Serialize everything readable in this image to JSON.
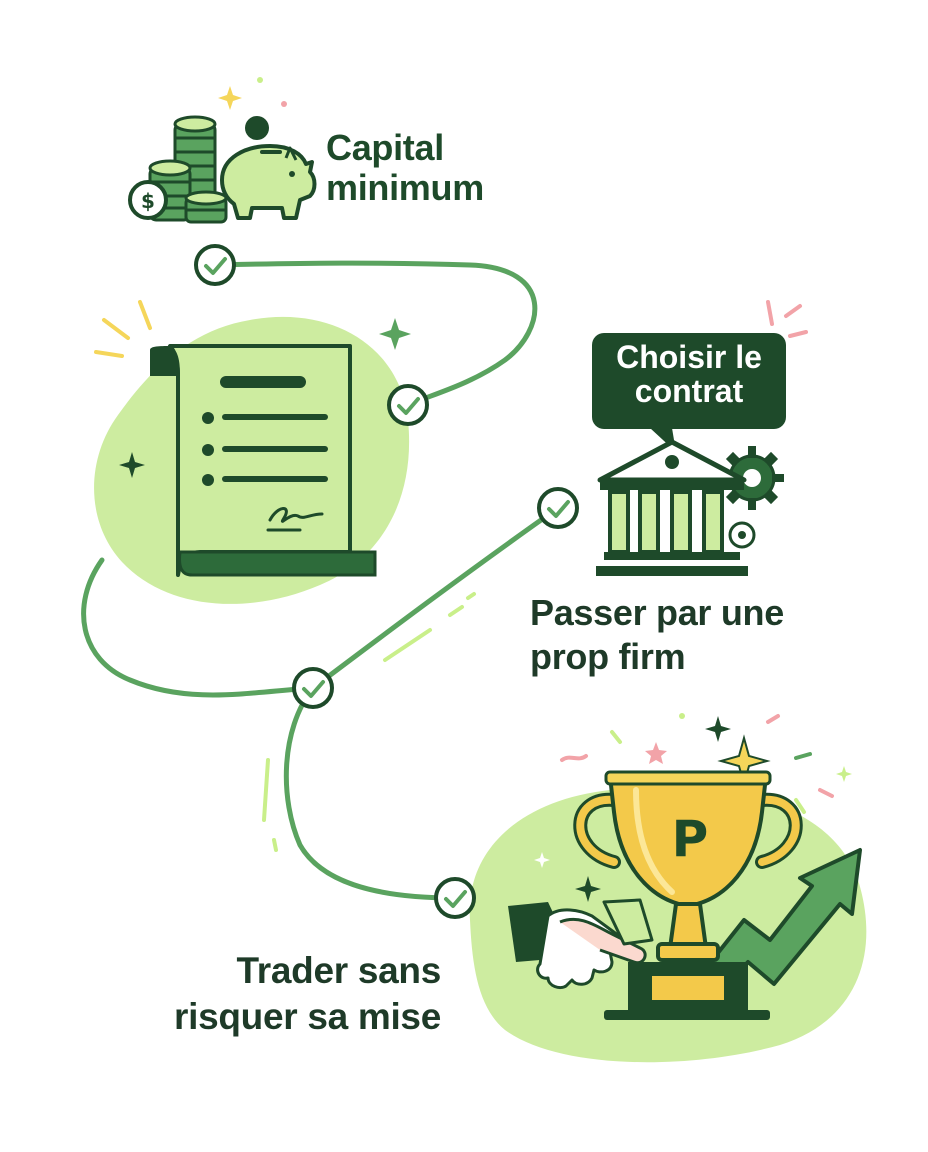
{
  "steps": {
    "capital": {
      "line1": "Capital",
      "line2": "minimum"
    },
    "contract": {
      "line1": "Choisir le",
      "line2": "contrat"
    },
    "prop_firm": {
      "line1": "Passer par une",
      "line2": "prop firm"
    },
    "trader": {
      "line1": "Trader sans",
      "line2": "risquer sa mise"
    }
  },
  "icons": {
    "step1": "coins-and-piggy-bank-icon",
    "step2": "contract-scroll-icon",
    "step3": "bank-building-with-gears-icon",
    "step4": "trophy-handshake-growth-icon",
    "markers": "check-circle-icon"
  },
  "trophy": {
    "letter": "P"
  },
  "coins": {
    "symbol": "$"
  },
  "colors": {
    "dark_green": "#1e4a2a",
    "mid_green": "#5aa35f",
    "light_green": "#cdeca0",
    "gold": "#f3c94a",
    "confetti_pink": "#f2a3a8",
    "confetti_yellow": "#f5d65a"
  }
}
